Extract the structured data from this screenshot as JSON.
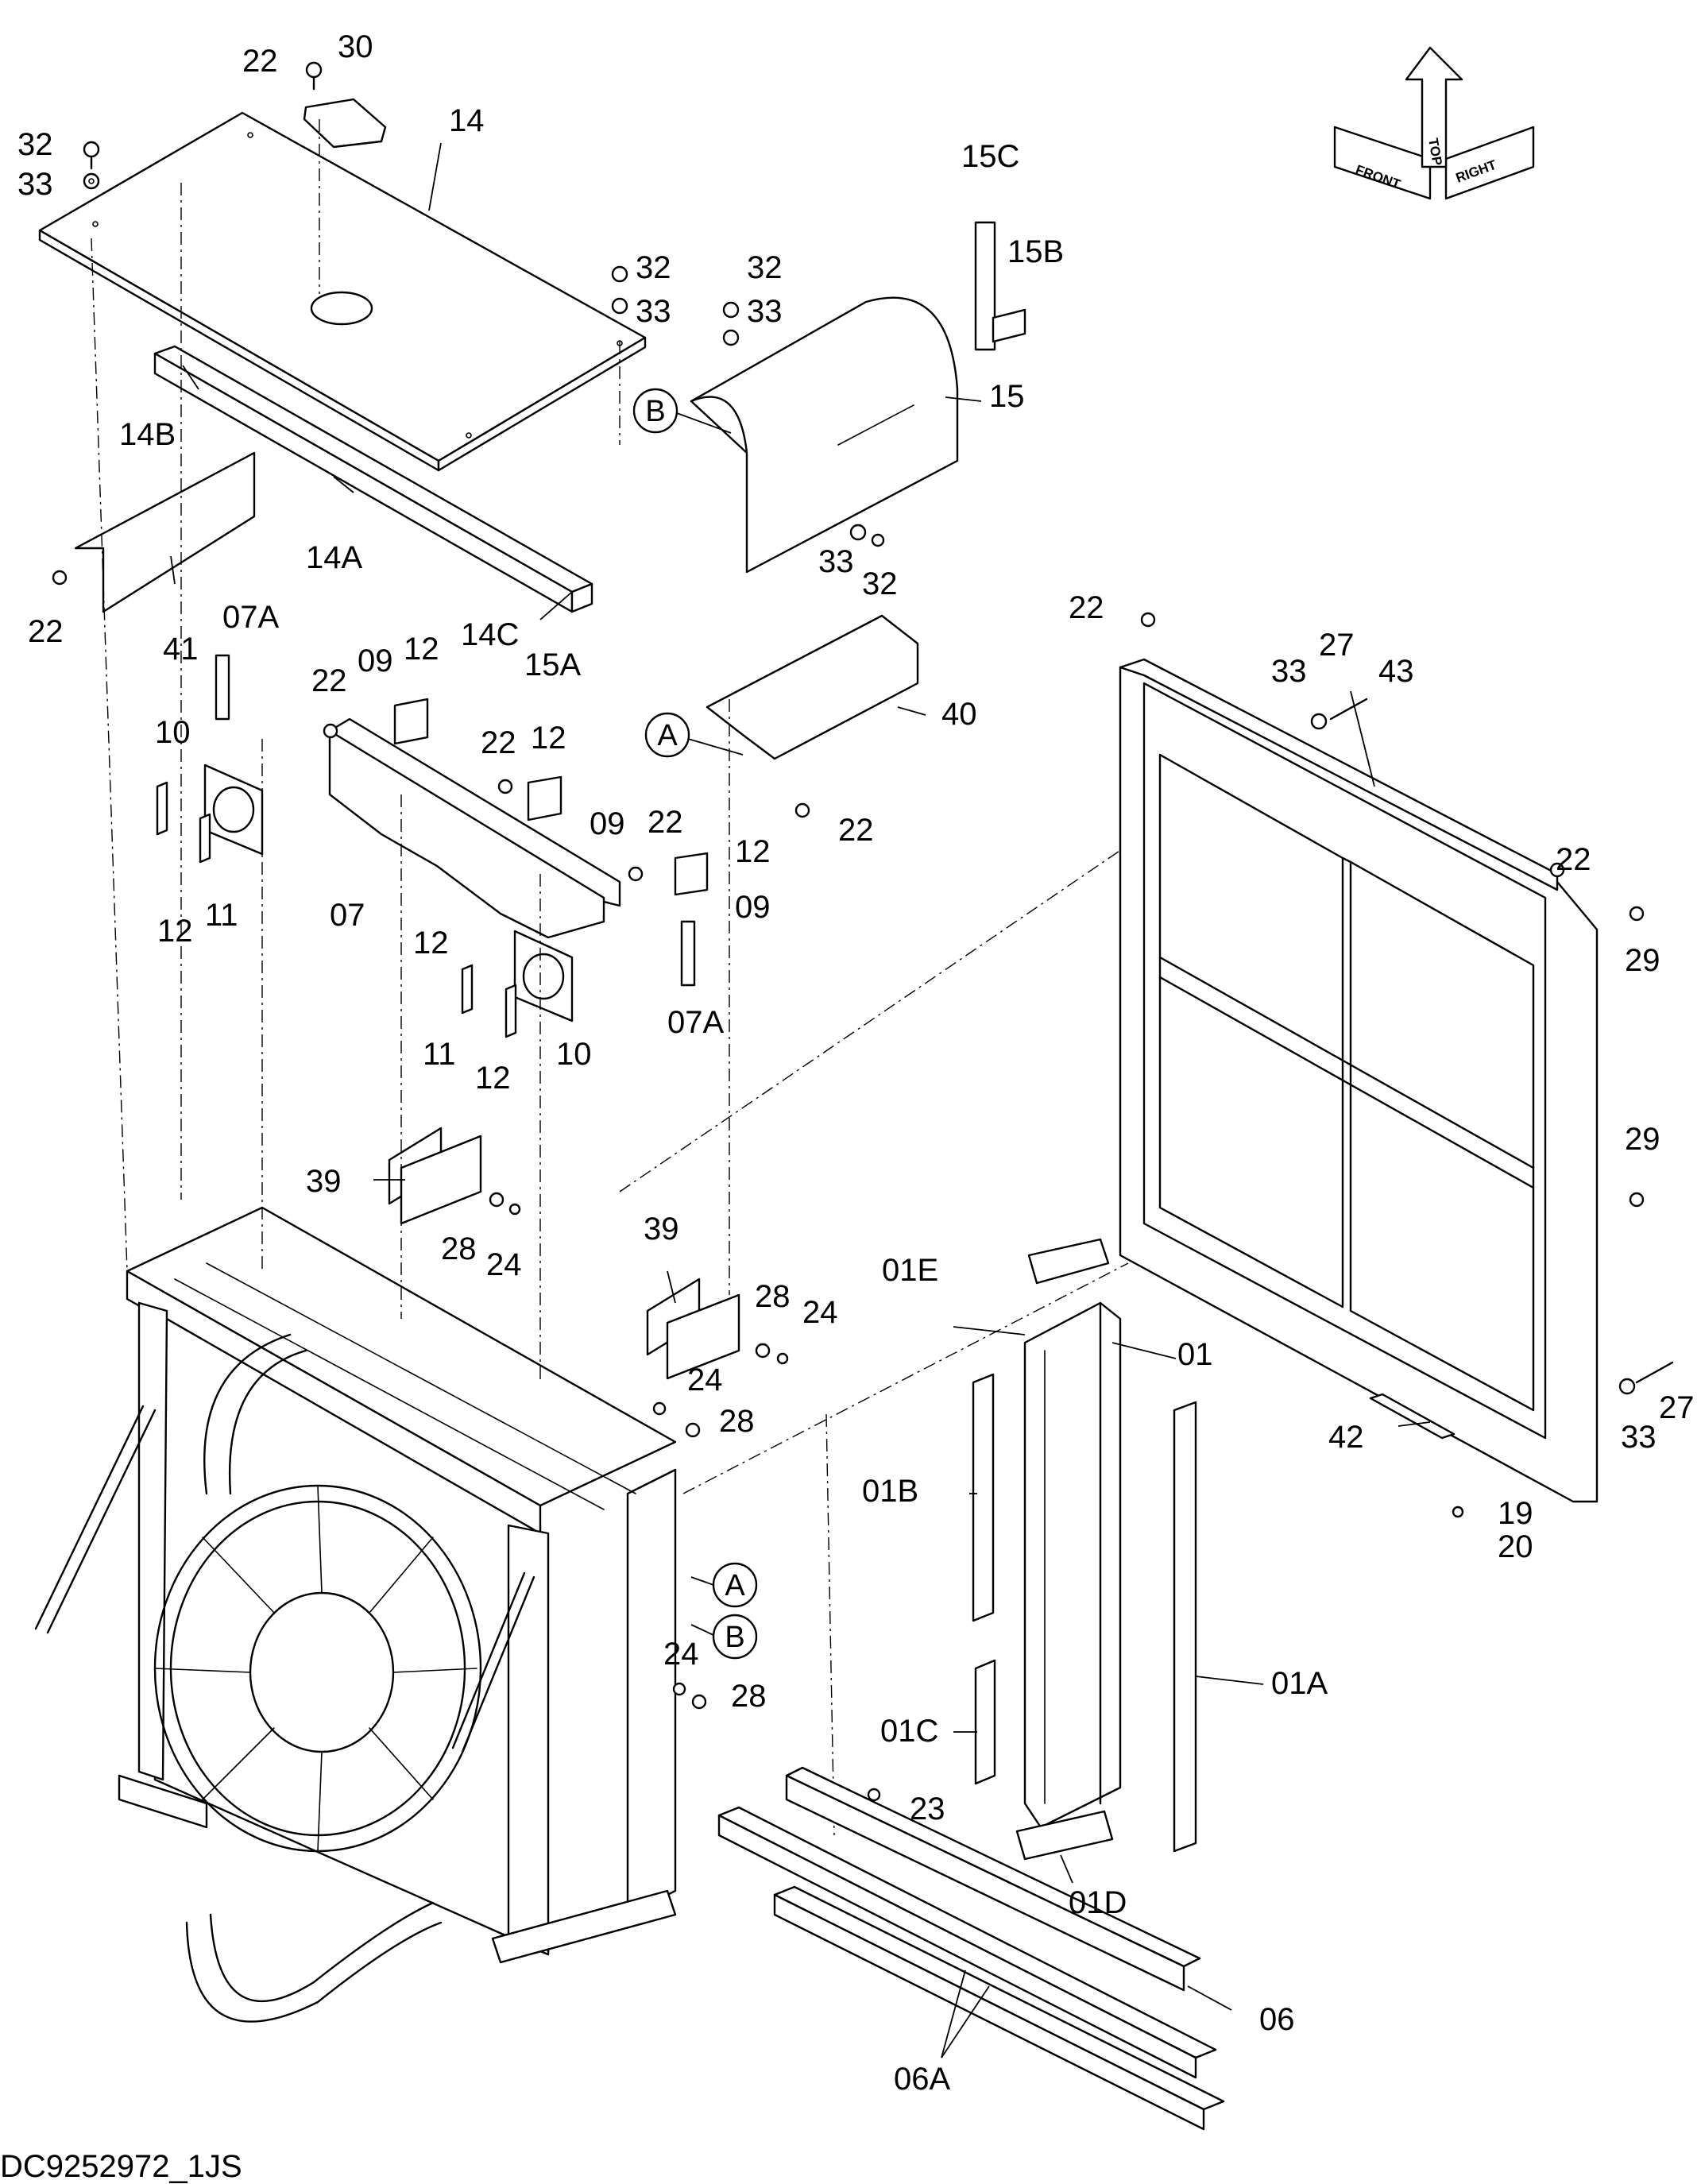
{
  "drawing_id": "DC9252972_1JS",
  "orientation": {
    "front": "FRONT",
    "top": "TOP",
    "right": "RIGHT"
  },
  "refs": {
    "a": "A",
    "b": "B"
  },
  "callouts": [
    {
      "k": "c22a",
      "label": "22"
    },
    {
      "k": "c30",
      "label": "30"
    },
    {
      "k": "c14",
      "label": "14"
    },
    {
      "k": "c32a",
      "label": "32"
    },
    {
      "k": "c33a",
      "label": "33"
    },
    {
      "k": "c15C",
      "label": "15C"
    },
    {
      "k": "c15B",
      "label": "15B"
    },
    {
      "k": "c32b",
      "label": "32"
    },
    {
      "k": "c33b",
      "label": "33"
    },
    {
      "k": "c32c",
      "label": "32"
    },
    {
      "k": "c33c",
      "label": "33"
    },
    {
      "k": "c15",
      "label": "15"
    },
    {
      "k": "c14B",
      "label": "14B"
    },
    {
      "k": "c14A",
      "label": "14A"
    },
    {
      "k": "c33d",
      "label": "33"
    },
    {
      "k": "c32d",
      "label": "32"
    },
    {
      "k": "c22b",
      "label": "22"
    },
    {
      "k": "c41",
      "label": "41"
    },
    {
      "k": "c14C",
      "label": "14C"
    },
    {
      "k": "c15A",
      "label": "15A"
    },
    {
      "k": "c07Aa",
      "label": "07A"
    },
    {
      "k": "c22c",
      "label": "22"
    },
    {
      "k": "c09a",
      "label": "09"
    },
    {
      "k": "c12a",
      "label": "12"
    },
    {
      "k": "c10a",
      "label": "10"
    },
    {
      "k": "c22d",
      "label": "22"
    },
    {
      "k": "c12b",
      "label": "12"
    },
    {
      "k": "c09b",
      "label": "09"
    },
    {
      "k": "c22e",
      "label": "22"
    },
    {
      "k": "c12c",
      "label": "12"
    },
    {
      "k": "c09c",
      "label": "09"
    },
    {
      "k": "c12d",
      "label": "12"
    },
    {
      "k": "c11a",
      "label": "11"
    },
    {
      "k": "c07",
      "label": "07"
    },
    {
      "k": "c12e",
      "label": "12"
    },
    {
      "k": "c11b",
      "label": "11"
    },
    {
      "k": "c12f",
      "label": "12"
    },
    {
      "k": "c10b",
      "label": "10"
    },
    {
      "k": "c07Ab",
      "label": "07A"
    },
    {
      "k": "c40",
      "label": "40"
    },
    {
      "k": "c22f",
      "label": "22"
    },
    {
      "k": "c22g",
      "label": "22"
    },
    {
      "k": "c27a",
      "label": "27"
    },
    {
      "k": "c33e",
      "label": "33"
    },
    {
      "k": "c43",
      "label": "43"
    },
    {
      "k": "c22h",
      "label": "22"
    },
    {
      "k": "c29a",
      "label": "29"
    },
    {
      "k": "c29b",
      "label": "29"
    },
    {
      "k": "c39a",
      "label": "39"
    },
    {
      "k": "c28a",
      "label": "28"
    },
    {
      "k": "c24a",
      "label": "24"
    },
    {
      "k": "c39b",
      "label": "39"
    },
    {
      "k": "c28b",
      "label": "28"
    },
    {
      "k": "c24b",
      "label": "24"
    },
    {
      "k": "c24c",
      "label": "24"
    },
    {
      "k": "c28c",
      "label": "28"
    },
    {
      "k": "c24d",
      "label": "24"
    },
    {
      "k": "c28d",
      "label": "28"
    },
    {
      "k": "c01E",
      "label": "01E"
    },
    {
      "k": "c01",
      "label": "01"
    },
    {
      "k": "c01B",
      "label": "01B"
    },
    {
      "k": "c42",
      "label": "42"
    },
    {
      "k": "c27b",
      "label": "27"
    },
    {
      "k": "c33f",
      "label": "33"
    },
    {
      "k": "c19",
      "label": "19"
    },
    {
      "k": "c20",
      "label": "20"
    },
    {
      "k": "c01A",
      "label": "01A"
    },
    {
      "k": "c01C",
      "label": "01C"
    },
    {
      "k": "c23",
      "label": "23"
    },
    {
      "k": "c01D",
      "label": "01D"
    },
    {
      "k": "c06",
      "label": "06"
    },
    {
      "k": "c06A",
      "label": "06A"
    }
  ]
}
